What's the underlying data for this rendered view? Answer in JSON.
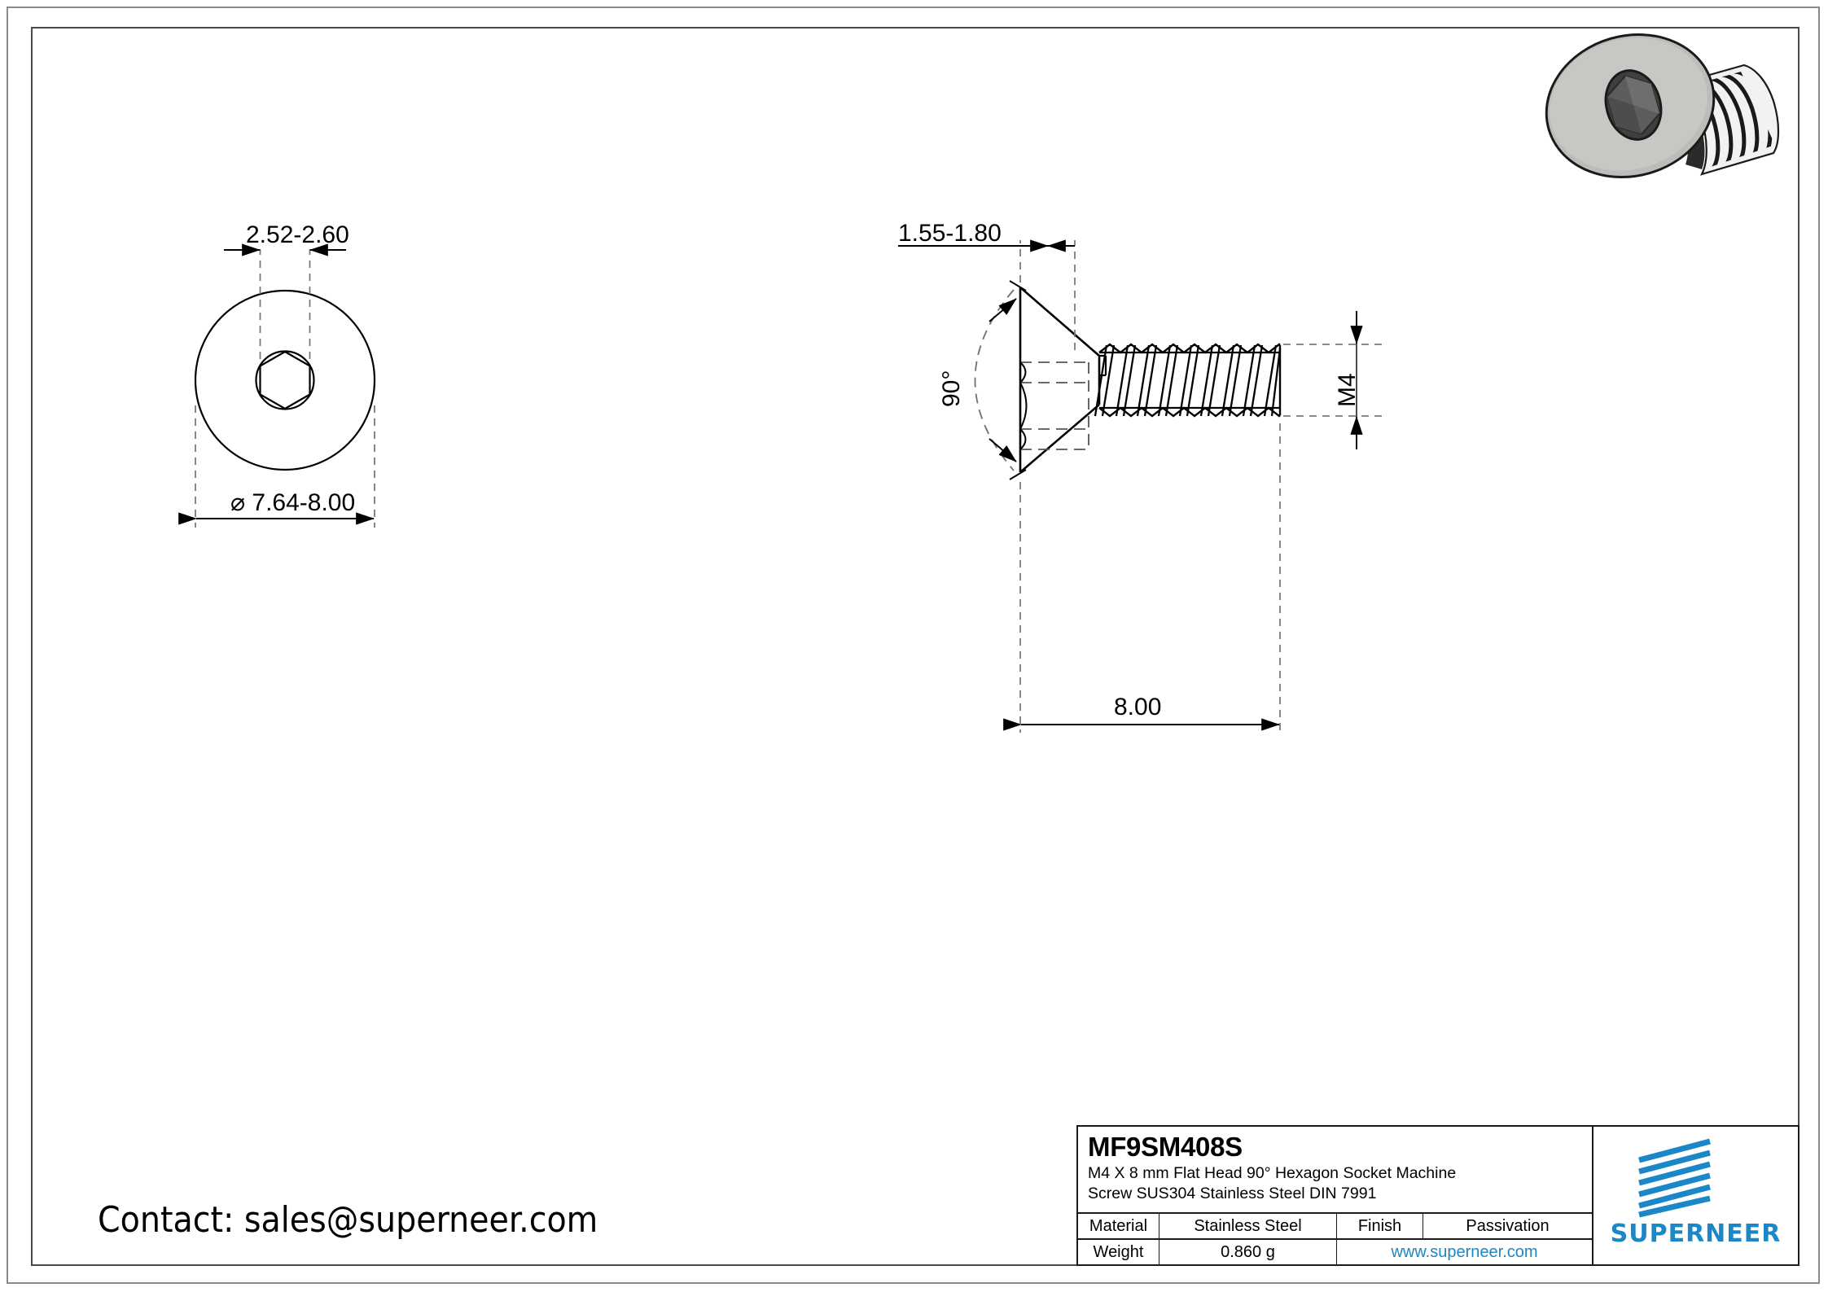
{
  "sheet": {
    "contact_text": "Contact: sales@superneer.com"
  },
  "views": {
    "top_view": {
      "name": "top-view",
      "socket_dimension": "2.52-2.60",
      "head_diameter_dimension": "⌀ 7.64-8.00"
    },
    "side_view": {
      "name": "side-view",
      "head_height_dimension": "1.55-1.80",
      "countersink_angle": "90°",
      "thread_size": "M4",
      "length_dimension": "8.00"
    }
  },
  "title_block": {
    "part_number": "MF9SM408S",
    "description_line1": "M4 X 8 mm  Flat Head 90° Hexagon Socket Machine",
    "description_line2": "Screw SUS304 Stainless Steel DIN 7991",
    "material_label": "Material",
    "material_value": "Stainless Steel",
    "finish_label": "Finish",
    "finish_value": "Passivation",
    "weight_label": "Weight",
    "weight_value": "0.860 g",
    "website": "www.superneer.com",
    "logo_wordmark": "SUPERNEER",
    "brand_color": "#1b87c6",
    "line_color": "#000000"
  }
}
